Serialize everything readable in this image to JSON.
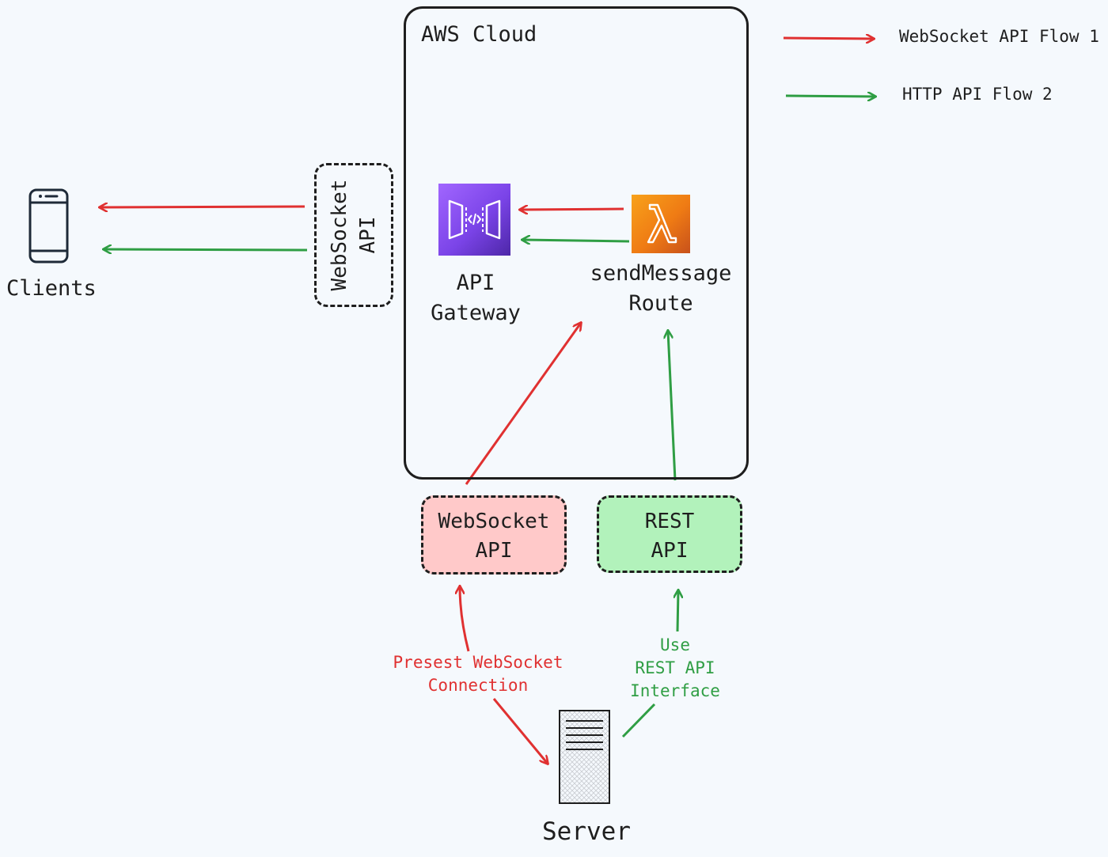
{
  "aws": {
    "title": "AWS Cloud"
  },
  "legend": {
    "items": [
      {
        "label": "WebSocket API Flow 1",
        "color": "#e03131"
      },
      {
        "label": "HTTP API Flow 2",
        "color": "#2f9e44"
      }
    ]
  },
  "clients": {
    "label": "Clients",
    "icon": "mobile-phone-icon"
  },
  "websocket_side": {
    "line1": "WebSocket",
    "line2": "API"
  },
  "api_gateway": {
    "line1": "API",
    "line2": "Gateway",
    "icon": "api-gateway-icon"
  },
  "lambda": {
    "line1": "sendMessage",
    "line2": "Route",
    "icon": "lambda-icon"
  },
  "websocket_bottom": {
    "line1": "WebSocket",
    "line2": "API",
    "fill": "#ffc9c9"
  },
  "rest_bottom": {
    "line1": "REST",
    "line2": "API",
    "fill": "#b2f2bb"
  },
  "websocket_connection": {
    "line1": "Presest WebSocket",
    "line2": "Connection"
  },
  "rest_interface": {
    "line1": "Use",
    "line2": "REST API",
    "line3": "Interface"
  },
  "server": {
    "label": "Server",
    "icon": "server-icon"
  },
  "colors": {
    "red": "#e03131",
    "green": "#2f9e44",
    "stroke": "#1e1e1e",
    "background": "#f5f9fd"
  }
}
